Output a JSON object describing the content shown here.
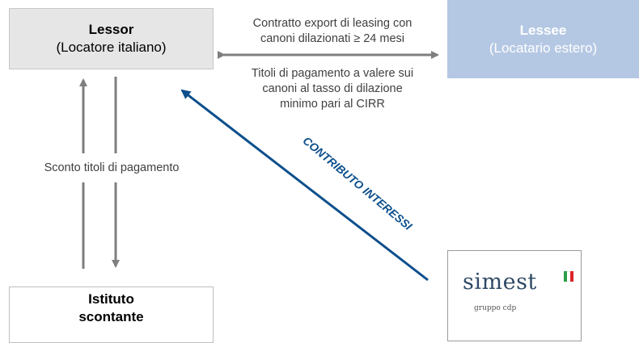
{
  "lessor": {
    "title": "Lessor",
    "subtitle": "(Locatore italiano)"
  },
  "lessee": {
    "title": "Lessee",
    "subtitle": "(Locatario estero)"
  },
  "contract_text": [
    "Contratto export di leasing con",
    "canoni dilazionati ≥ 24 mesi"
  ],
  "titoli_text": [
    "Titoli di pagamento a valere sui",
    "canoni al tasso di dilazione",
    "minimo pari al CIRR"
  ],
  "sconto_text": "Sconto titoli di pagamento",
  "contributo_label": "CONTRIBUTO INTERESSI",
  "istituto": {
    "line1": "Istituto",
    "line2": "scontante"
  },
  "simest_logo": {
    "word": "simest",
    "sub": "gruppo cdp"
  },
  "colors": {
    "lessee_bg": "#b5c8e3",
    "arrow_blue": "#0c4f8c",
    "arrow_gray": "#7f7f7f"
  }
}
